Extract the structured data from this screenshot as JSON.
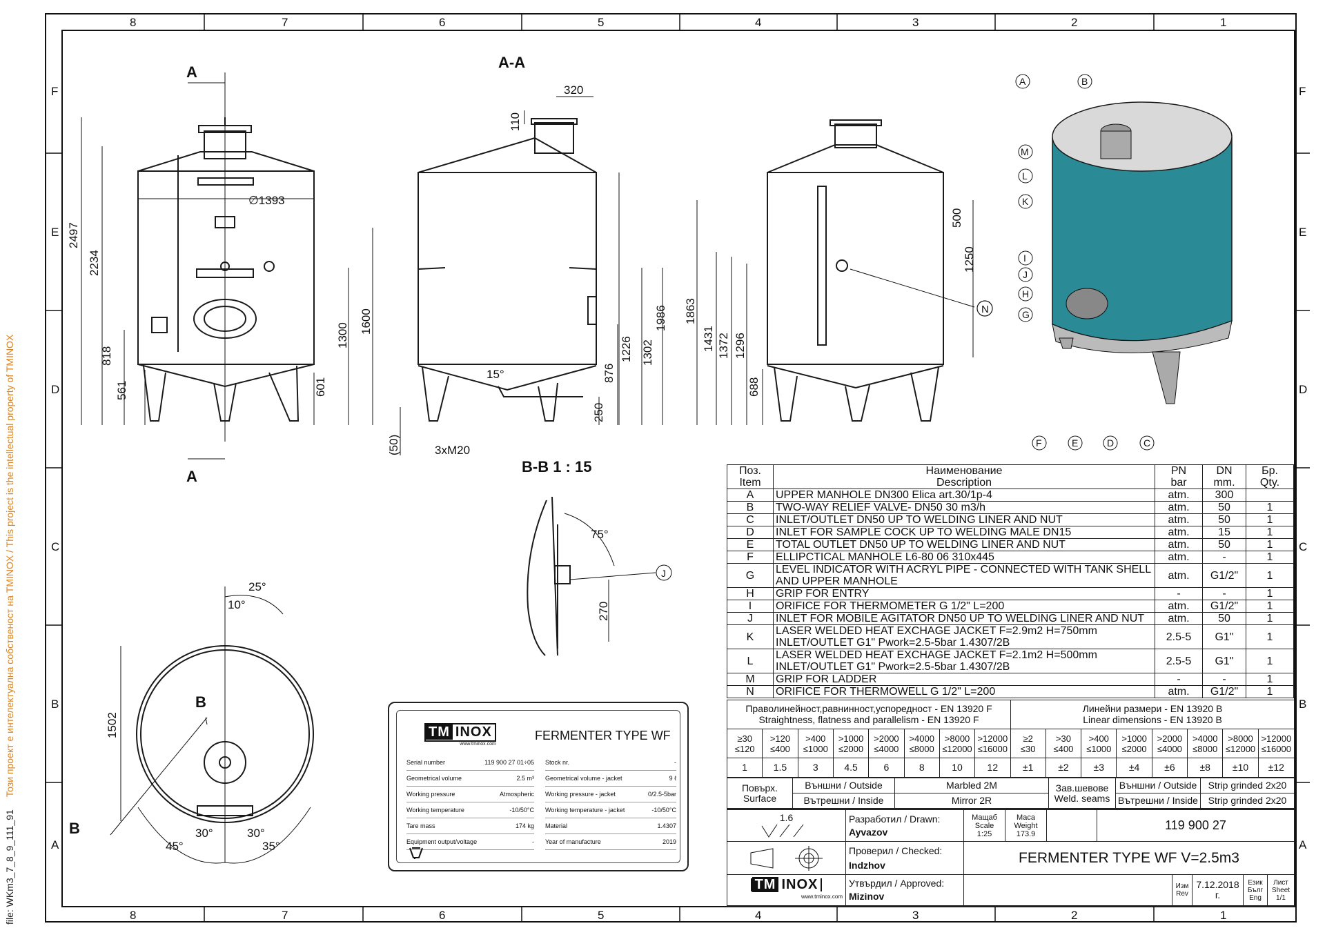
{
  "frame": {
    "columns": [
      "8",
      "7",
      "6",
      "5",
      "4",
      "3",
      "2",
      "1"
    ],
    "rows": [
      "F",
      "E",
      "D",
      "C",
      "B",
      "A"
    ]
  },
  "side_note": {
    "file": "file: WKm3_7_8_9_111_91",
    "ip": "Този проект е интелектуална собственост на TMINOX / This project is the intellectual property of TMINOX"
  },
  "views": {
    "section_aa": "A-A",
    "section_bb": "B-B 1 : 15",
    "cut_a": "A",
    "cut_b": "B"
  },
  "dims": {
    "front_2497": "2497",
    "front_2234": "2234",
    "front_d1393": "∅1393",
    "front_818": "818",
    "front_561": "561",
    "front_601": "601",
    "front_1300": "1300",
    "front_1600": "1600",
    "aa_320": "320",
    "aa_110": "110",
    "aa_1986": "1986",
    "aa_1302": "1302",
    "aa_1226": "1226",
    "aa_876": "876",
    "aa_250": "250",
    "aa_15": "15°",
    "aa_50": "(50)",
    "aa_m20": "3xM20",
    "side_500": "500",
    "side_1250": "1250",
    "side_1863": "1863",
    "side_1431": "1431",
    "side_1372": "1372",
    "side_1296": "1296",
    "side_688": "688",
    "top_25": "25°",
    "top_10": "10°",
    "top_1502": "1502",
    "top_30a": "30°",
    "top_30b": "30°",
    "top_45": "45°",
    "top_35": "35°",
    "bb_75": "75°",
    "bb_270": "270"
  },
  "callouts": [
    "A",
    "B",
    "M",
    "L",
    "K",
    "I",
    "J",
    "H",
    "G",
    "F",
    "E",
    "D",
    "C"
  ],
  "callout_n": "N",
  "callout_j": "J",
  "bom": {
    "headers": {
      "pos_bg": "Поз.",
      "pos_en": "Item",
      "desc_bg": "Наименование",
      "desc_en": "Description",
      "pn": "PN",
      "pn_unit": "bar",
      "dn": "DN",
      "dn_unit": "mm.",
      "qty_bg": "Бр.",
      "qty_en": "Qty."
    },
    "rows": [
      {
        "item": "A",
        "desc": "UPPER MANHOLE DN300 Elica art.30/1p-4",
        "pn": "atm.",
        "dn": "300",
        "qty": ""
      },
      {
        "item": "B",
        "desc": "TWO-WAY RELIEF VALVE- DN50 30 m3/h",
        "pn": "atm.",
        "dn": "50",
        "qty": "1"
      },
      {
        "item": "C",
        "desc": "INLET/OUTLET DN50 UP TO WELDING LINER AND NUT",
        "pn": "atm.",
        "dn": "50",
        "qty": "1"
      },
      {
        "item": "D",
        "desc": "INLET FOR SAMPLE COCK UP TO WELDING MALE DN15",
        "pn": "atm.",
        "dn": "15",
        "qty": "1"
      },
      {
        "item": "E",
        "desc": "TOTAL OUTLET DN50 UP TO WELDING LINER AND NUT",
        "pn": "atm.",
        "dn": "50",
        "qty": "1"
      },
      {
        "item": "F",
        "desc": "ELLIPCTICAL MANHOLE L6-80 06 310x445",
        "pn": "atm.",
        "dn": "-",
        "qty": "1"
      },
      {
        "item": "G",
        "desc": "LEVEL INDICATOR WITH ACRYL PIPE - CONNECTED WITH TANK SHELL AND UPPER MANHOLE",
        "pn": "atm.",
        "dn": "G1/2\"",
        "qty": "1"
      },
      {
        "item": "H",
        "desc": "GRIP FOR ENTRY",
        "pn": "-",
        "dn": "-",
        "qty": "1"
      },
      {
        "item": "I",
        "desc": "ORIFICE FOR THERMOMETER G 1/2\" L=200",
        "pn": "atm.",
        "dn": "G1/2\"",
        "qty": "1"
      },
      {
        "item": "J",
        "desc": "INLET FOR MOBILE AGITATOR DN50 UP TO WELDING LINER AND NUT",
        "pn": "atm.",
        "dn": "50",
        "qty": "1"
      },
      {
        "item": "K",
        "desc": "LASER WELDED HEAT EXCHAGE JACKET F=2.9m2 H=750mm INLET/OUTLET G1\" Pwork=2.5-5bar 1.4307/2B",
        "pn": "2.5-5",
        "dn": "G1\"",
        "qty": "1"
      },
      {
        "item": "L",
        "desc": "LASER WELDED HEAT EXCHAGE JACKET F=2.1m2 H=500mm INLET/OUTLET G1\" Pwork=2.5-5bar 1.4307/2B",
        "pn": "2.5-5",
        "dn": "G1\"",
        "qty": "1"
      },
      {
        "item": "M",
        "desc": "GRIP FOR LADDER",
        "pn": "-",
        "dn": "-",
        "qty": "1"
      },
      {
        "item": "N",
        "desc": "ORIFICE FOR THERMOWELL G 1/2\" L=200",
        "pn": "atm.",
        "dn": "G1/2\"",
        "qty": "1"
      }
    ]
  },
  "tolerances": {
    "straight_bg": "Праволинейност,равнинност,успоредност - EN 13920 F",
    "straight_en": "Straightness, flatness and parallelism - EN 13920 F",
    "linear_bg": "Линейни размери - EN 13920 B",
    "linear_en": "Linear dimensions - EN 13920 B",
    "left_ranges": [
      "≥30\n≤120",
      ">120\n≤400",
      ">400\n≤1000",
      ">1000\n≤2000",
      ">2000\n≤4000",
      ">4000\n≤8000",
      ">8000\n≤12000",
      ">12000\n≤16000"
    ],
    "left_values": [
      "1",
      "1.5",
      "3",
      "4.5",
      "6",
      "8",
      "10",
      "12"
    ],
    "right_ranges": [
      "≥2\n≤30",
      ">30\n≤400",
      ">400\n≤1000",
      ">1000\n≤2000",
      ">2000\n≤4000",
      ">4000\n≤8000",
      ">8000\n≤12000",
      ">12000\n≤16000"
    ],
    "right_values": [
      "±1",
      "±2",
      "±3",
      "±4",
      "±6",
      "±8",
      "±10",
      "±12"
    ]
  },
  "surface": {
    "label_bg": "Повърх.",
    "label_en": "Surface",
    "outside": "Външни / Outside",
    "inside": "Вътрешни / Inside",
    "outside_val": "Marbled 2M",
    "inside_val": "Mirror 2R",
    "weld_bg": "Зав.шевове",
    "weld_en": "Weld. seams",
    "weld_outside": "Външни / Outside",
    "weld_inside": "Вътрешни / Inside",
    "weld_outside_val": "Strip grinded 2x20",
    "weld_inside_val": "Strip grinded 2x20"
  },
  "title_block": {
    "roughness": "1.6",
    "drawn_label": "Разработил / Drawn:",
    "drawn": "Ayvazov",
    "checked_label": "Проверил / Checked:",
    "checked": "Indzhov",
    "approved_label": "Утвърдил / Approved:",
    "approved": "Mizinov",
    "scale_bg": "Мащаб",
    "scale_en": "Scale",
    "scale": "1:25",
    "weight_bg": "Маса",
    "weight_en": "Weight",
    "weight": "173.9",
    "drawing_no": "119 900 27",
    "title": "FERMENTER TYPE WF V=2.5m3",
    "rev_bg": "Изм",
    "rev_en": "Rev",
    "date": "7.12.2018 г.",
    "lang_bg": "Език",
    "lang_bg2": "Бълг",
    "lang_en": "Eng",
    "sheet_bg": "Лист",
    "sheet_en": "Sheet",
    "sheet": "1/1",
    "logo_tm": "TM",
    "logo_inox": "INOX",
    "logo_url": "www.tminox.com"
  },
  "plate": {
    "title": "FERMENTER TYPE WF",
    "logo_tm": "TM",
    "logo_inox": "INOX",
    "url": "www.tminox.com",
    "left": [
      {
        "k": "Serial number",
        "v": "119 900 27 01÷05"
      },
      {
        "k": "Geometrical volume",
        "v": "2.5 m³"
      },
      {
        "k": "Working pressure",
        "v": "Atmospheric"
      },
      {
        "k": "Working temperature",
        "v": "-10/50°C"
      },
      {
        "k": "Tare mass",
        "v": "174 kg"
      },
      {
        "k": "Equipment output/voltage",
        "v": "-"
      }
    ],
    "right": [
      {
        "k": "Stock nr.",
        "v": "-"
      },
      {
        "k": "Geometrical volume - jacket",
        "v": "9 ℓ"
      },
      {
        "k": "Working pressure - jacket",
        "v": "0/2.5-5bar"
      },
      {
        "k": "Working temperature - jacket",
        "v": "-10/50°C"
      },
      {
        "k": "Material",
        "v": "1.4307"
      },
      {
        "k": "Year of manufacture",
        "v": "2019"
      }
    ]
  },
  "colors": {
    "line": "#1a1a1a",
    "tank_teal": "#2a8a96",
    "ip_note": "#d9821e"
  }
}
